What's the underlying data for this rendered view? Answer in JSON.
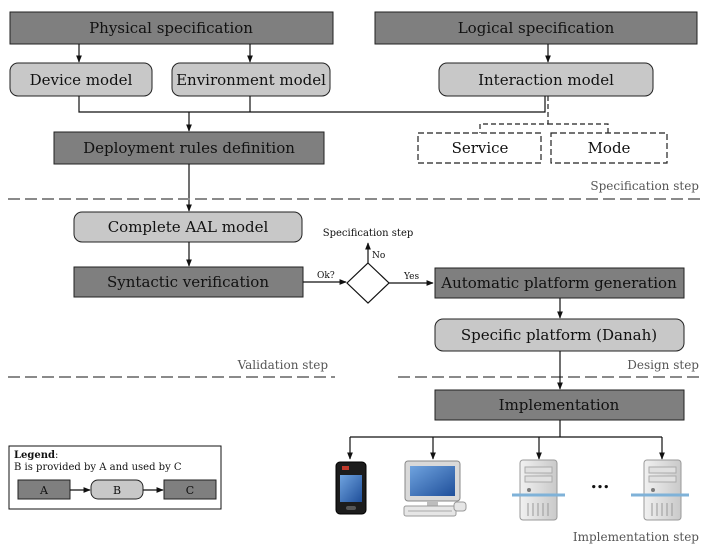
{
  "specification": {
    "physical_label": "Physical specification",
    "logical_label": "Logical specification",
    "device_model_label": "Device model",
    "environment_model_label": "Environment model",
    "interaction_model_label": "Interaction model",
    "deployment_rules_label": "Deployment rules definition",
    "service_label": "Service",
    "mode_label": "Mode",
    "step_label": "Specification step"
  },
  "validation": {
    "complete_model_label": "Complete AAL model",
    "syntactic_label": "Syntactic verification",
    "ok_label": "Ok?",
    "yes_label": "Yes",
    "no_label": "No",
    "back_to_label": "Specification step",
    "step_label": "Validation step"
  },
  "design": {
    "automatic_label": "Automatic platform generation",
    "specific_label": "Specific platform (Danah)",
    "step_label": "Design step"
  },
  "implementation": {
    "implementation_label": "Implementation",
    "ellipsis": "...",
    "step_label": "Implementation step",
    "devices": [
      "pda-icon",
      "desktop-computer-icon",
      "server-icon",
      "server-icon"
    ]
  },
  "legend": {
    "title": "Legend",
    "description": "B is provided by A and used by C",
    "a_label": "A",
    "b_label": "B",
    "c_label": "C"
  },
  "colors": {
    "dark_box": "#7f7f7f",
    "light_box": "#c8c8c8",
    "stroke": "#222222",
    "separator": "#8a8a8a"
  }
}
